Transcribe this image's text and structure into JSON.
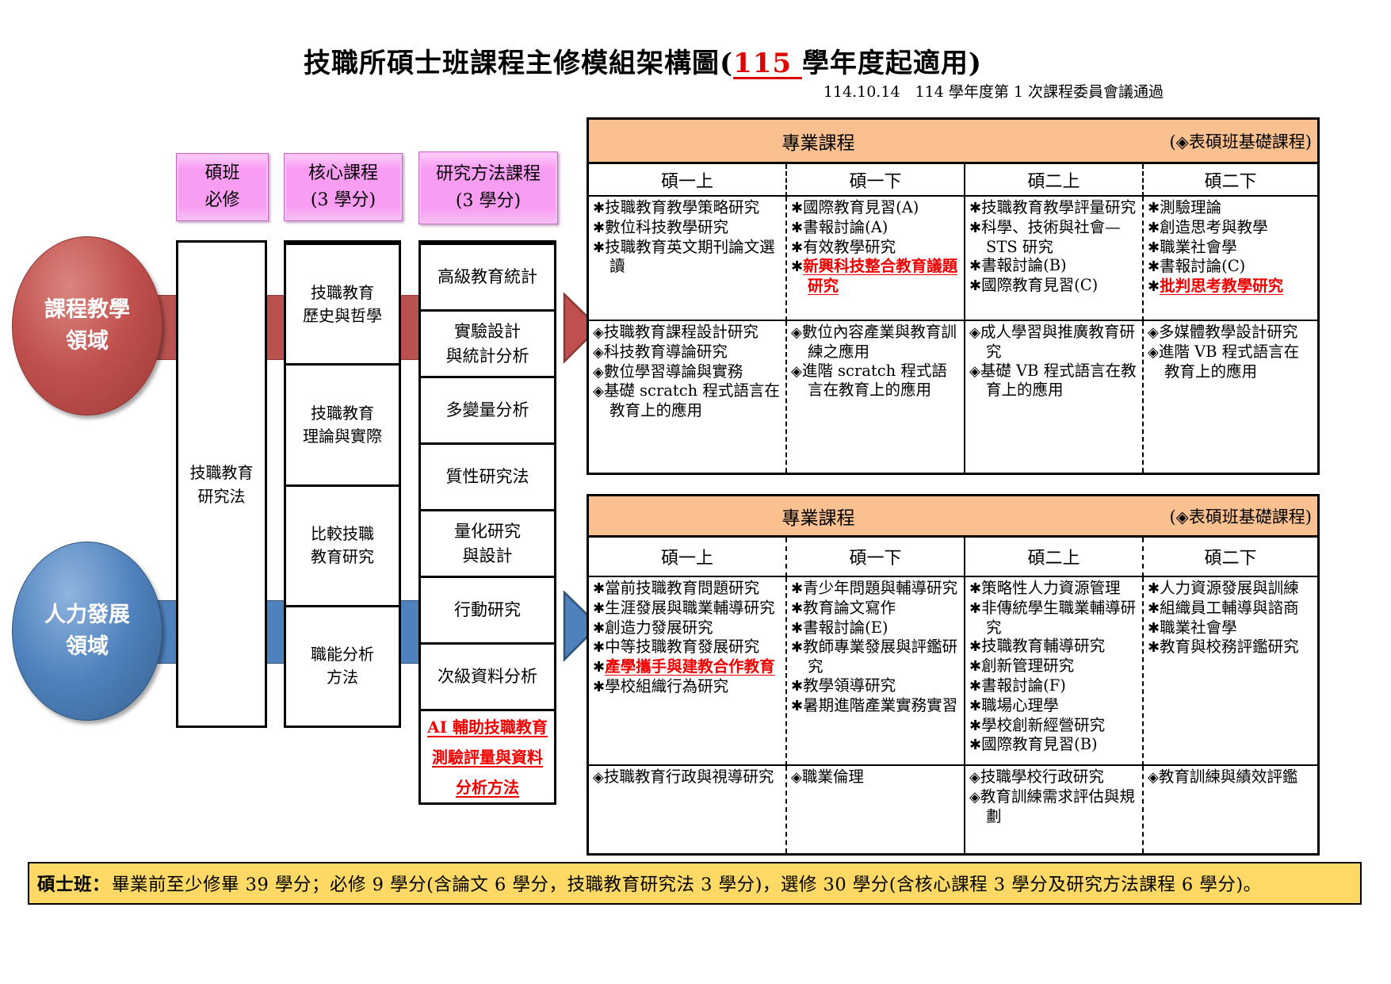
{
  "title": {
    "prefix": "技職所碩士班課程主修模組架構圖(",
    "year": "115 ",
    "suffix": "學年度起適用)"
  },
  "subtitle": "114.10.14　114 學年度第 1 次課程委員會議通過",
  "colors": {
    "accent_red": "#c0504d",
    "accent_blue": "#4f81bd",
    "pink_header": "#f99df2",
    "table_header_orange": "#fac090",
    "note_yellow": "#ffd966",
    "highlight_red": "#f00000"
  },
  "left": {
    "required_header": "碩班\n必修",
    "core_header": "核心課程\n(3 學分)",
    "methods_header": "研究方法課程\n(3 學分)",
    "required_course": "技職教育\n研究法",
    "domains": [
      {
        "label": "課程教學\n領域"
      },
      {
        "label": "人力發展\n領域"
      }
    ],
    "core_courses": [
      {
        "label": "技職教育\n歷史與哲學"
      },
      {
        "label": "技職教育\n理論與實際"
      },
      {
        "label": "比較技職\n教育研究"
      },
      {
        "label": "職能分析\n方法"
      }
    ],
    "research_methods": [
      {
        "label": "高級教育統計"
      },
      {
        "label": "實驗設計\n與統計分析"
      },
      {
        "label": "多變量分析"
      },
      {
        "label": "質性研究法"
      },
      {
        "label": "量化研究\n與設計"
      },
      {
        "label": "行動研究"
      },
      {
        "label": "次級資料分析"
      },
      {
        "label": "AI 輔助技職教育\n測驗評量與資料\n分析方法",
        "highlight": true
      }
    ]
  },
  "tables": [
    {
      "header": {
        "title": "專業課程",
        "legend": "(◈表碩班基礎課程)"
      },
      "columns": [
        "碩一上",
        "碩一下",
        "碩二上",
        "碩二下"
      ],
      "rows": [
        {
          "cells": [
            {
              "items": [
                {
                  "marker": "✱",
                  "text": "技職教育教學策略研究"
                },
                {
                  "marker": "✱",
                  "text": "數位科技教學研究"
                },
                {
                  "marker": "✱",
                  "text": "技職教育英文期刊論文選讀"
                }
              ]
            },
            {
              "items": [
                {
                  "marker": "✱",
                  "text": "國際教育見習(A)"
                },
                {
                  "marker": "✱",
                  "text": "書報討論(A)"
                },
                {
                  "marker": "✱",
                  "text": "有效教學研究"
                },
                {
                  "marker": "✱",
                  "text": "新興科技整合教育議題研究",
                  "highlight": true
                }
              ]
            },
            {
              "items": [
                {
                  "marker": "✱",
                  "text": "技職教育教學評量研究"
                },
                {
                  "marker": "✱",
                  "text": "科學、技術與社會—STS 研究"
                },
                {
                  "marker": "✱",
                  "text": "書報討論(B)"
                },
                {
                  "marker": "✱",
                  "text": "國際教育見習(C)"
                }
              ]
            },
            {
              "items": [
                {
                  "marker": "✱",
                  "text": "測驗理論"
                },
                {
                  "marker": "✱",
                  "text": "創造思考與教學"
                },
                {
                  "marker": "✱",
                  "text": "職業社會學"
                },
                {
                  "marker": "✱",
                  "text": "書報討論(C)"
                },
                {
                  "marker": "✱",
                  "text": "批判思考教學研究",
                  "highlight": true
                }
              ]
            }
          ]
        },
        {
          "cells": [
            {
              "items": [
                {
                  "marker": "◈",
                  "text": "技職教育課程設計研究"
                },
                {
                  "marker": "◈",
                  "text": "科技教育導論研究"
                },
                {
                  "marker": "◈",
                  "text": "數位學習導論與實務"
                },
                {
                  "marker": "◈",
                  "text": "基礎 scratch 程式語言在教育上的應用"
                }
              ]
            },
            {
              "items": [
                {
                  "marker": "◈",
                  "text": "數位內容產業與教育訓練之應用"
                },
                {
                  "marker": "◈",
                  "text": "進階 scratch 程式語言在教育上的應用"
                }
              ]
            },
            {
              "items": [
                {
                  "marker": "◈",
                  "text": "成人學習與推廣教育研究"
                },
                {
                  "marker": "◈",
                  "text": "基礎 VB 程式語言在教育上的應用"
                }
              ]
            },
            {
              "items": [
                {
                  "marker": "◈",
                  "text": "多媒體教學設計研究"
                },
                {
                  "marker": "◈",
                  "text": "進階 VB 程式語言在教育上的應用"
                }
              ]
            }
          ]
        }
      ]
    },
    {
      "header": {
        "title": "專業課程",
        "legend": "(◈表碩班基礎課程)"
      },
      "columns": [
        "碩一上",
        "碩一下",
        "碩二上",
        "碩二下"
      ],
      "rows": [
        {
          "cells": [
            {
              "items": [
                {
                  "marker": "✱",
                  "text": "當前技職教育問題研究"
                },
                {
                  "marker": "✱",
                  "text": "生涯發展與職業輔導研究"
                },
                {
                  "marker": "✱",
                  "text": "創造力發展研究"
                },
                {
                  "marker": "✱",
                  "text": "中等技職教育發展研究"
                },
                {
                  "marker": "✱",
                  "text": "產學攜手與建教合作教育",
                  "highlight": true
                },
                {
                  "marker": "✱",
                  "text": "學校組織行為研究"
                }
              ]
            },
            {
              "items": [
                {
                  "marker": "✱",
                  "text": "青少年問題與輔導研究"
                },
                {
                  "marker": "✱",
                  "text": "教育論文寫作"
                },
                {
                  "marker": "✱",
                  "text": "書報討論(E)"
                },
                {
                  "marker": "✱",
                  "text": "教師專業發展與評鑑研究"
                },
                {
                  "marker": "✱",
                  "text": "教學領導研究"
                },
                {
                  "marker": "✱",
                  "text": "暑期進階產業實務實習"
                }
              ]
            },
            {
              "items": [
                {
                  "marker": "✱",
                  "text": "策略性人力資源管理"
                },
                {
                  "marker": "✱",
                  "text": "非傳統學生職業輔導研究"
                },
                {
                  "marker": "✱",
                  "text": "技職教育輔導研究"
                },
                {
                  "marker": "✱",
                  "text": "創新管理研究"
                },
                {
                  "marker": "✱",
                  "text": "書報討論(F)"
                },
                {
                  "marker": "✱",
                  "text": "職場心理學"
                },
                {
                  "marker": "✱",
                  "text": "學校創新經營研究"
                },
                {
                  "marker": "✱",
                  "text": "國際教育見習(B)"
                }
              ]
            },
            {
              "items": [
                {
                  "marker": "✱",
                  "text": "人力資源發展與訓練"
                },
                {
                  "marker": "✱",
                  "text": "組織員工輔導與諮商"
                },
                {
                  "marker": "✱",
                  "text": "職業社會學"
                },
                {
                  "marker": "✱",
                  "text": "教育與校務評鑑研究"
                }
              ]
            }
          ]
        },
        {
          "cells": [
            {
              "items": [
                {
                  "marker": "◈",
                  "text": "技職教育行政與視導研究"
                }
              ]
            },
            {
              "items": [
                {
                  "marker": "◈",
                  "text": "職業倫理"
                }
              ]
            },
            {
              "items": [
                {
                  "marker": "◈",
                  "text": "技職學校行政研究"
                },
                {
                  "marker": "◈",
                  "text": "教育訓練需求評估與規劃"
                }
              ]
            },
            {
              "items": [
                {
                  "marker": "◈",
                  "text": "教育訓練與績效評鑑"
                }
              ]
            }
          ]
        }
      ]
    }
  ],
  "note": {
    "label": "碩士班：",
    "text": "畢業前至少修畢 39 學分；必修 9 學分(含論文 6 學分，技職教育研究法 3 學分)，選修 30 學分(含核心課程 3 學分及研究方法課程 6 學分)。"
  }
}
